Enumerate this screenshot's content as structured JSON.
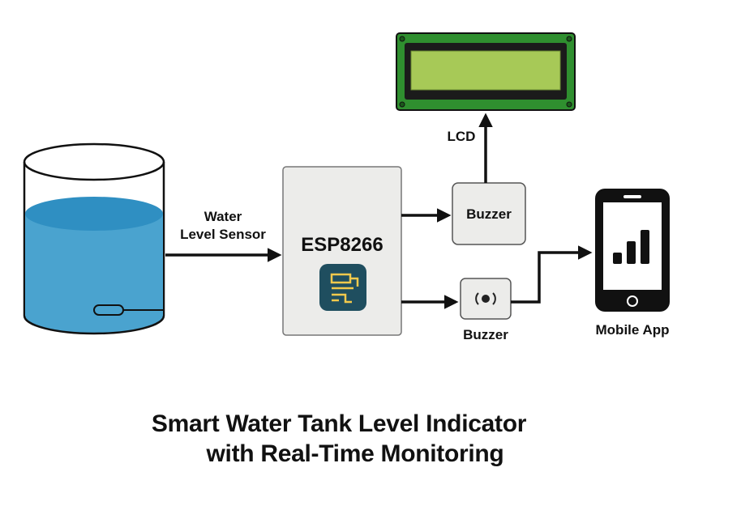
{
  "diagram": {
    "title_line_1": "Smart Water Tank Level Indicator",
    "title_line_2": "with Real-Time Monitoring",
    "edge_label_sensor_line_1": "Water",
    "edge_label_sensor_line_2": "Level Sensor",
    "edge_label_lcd": "LCD",
    "esp_label": "ESP8266",
    "buzzer_top_label": "Buzzer",
    "buzzer_bottom_label": "Buzzer",
    "mobile_label": "Mobile App"
  },
  "colors": {
    "water": "#4aa3cf",
    "water_surface": "#2f8fc2",
    "pcb_green": "#2f8f2f",
    "lcd_screen": "#a7c957",
    "box_fill": "#ececea",
    "esp_icon_bg": "#1f4e5f",
    "esp_icon_stroke": "#f2c94c",
    "stroke": "#111111"
  },
  "icons": {
    "tank": "water-tank-icon",
    "float_sensor": "float-sensor-icon",
    "lcd": "lcd-display-icon",
    "chip": "chip-icon",
    "speaker": "speaker-icon",
    "phone": "smartphone-icon",
    "signal": "signal-bars-icon"
  }
}
